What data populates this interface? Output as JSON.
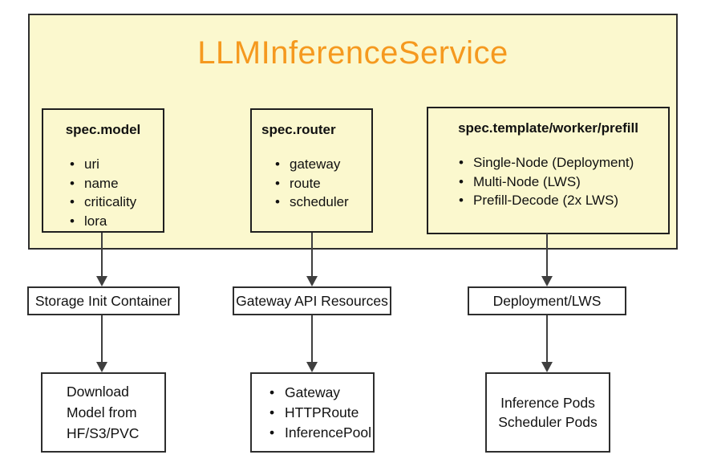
{
  "container": {
    "title": "LLMInferenceService",
    "spec_boxes": [
      {
        "header": "spec.model",
        "items": [
          "uri",
          "name",
          "criticality",
          "lora"
        ]
      },
      {
        "header": "spec.router",
        "items": [
          "gateway",
          "route",
          "scheduler"
        ]
      },
      {
        "header": "spec.template/worker/prefill",
        "items": [
          "Single-Node (Deployment)",
          "Multi-Node (LWS)",
          "Prefill-Decode (2x LWS)"
        ]
      }
    ]
  },
  "flows": [
    {
      "label": "Storage Init Container",
      "result_lines": [
        "Download",
        "Model from",
        "HF/S3/PVC"
      ]
    },
    {
      "label": "Gateway API Resources",
      "result_items": [
        "Gateway",
        "HTTPRoute",
        "InferencePool"
      ]
    },
    {
      "label": "Deployment/LWS",
      "result_lines": [
        "Inference Pods",
        "Scheduler Pods"
      ]
    }
  ],
  "colors": {
    "container_bg": "#FBF8CE",
    "title": "#F5991F",
    "border": "#2E2E2E",
    "arrow": "#3F3F3F"
  }
}
